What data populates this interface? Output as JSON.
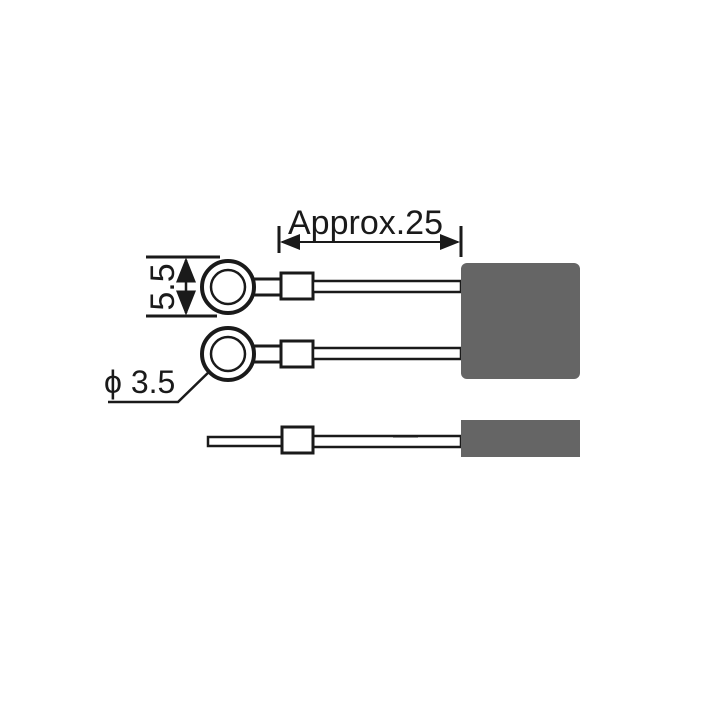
{
  "diagram": {
    "dimension_length_label": "Approx.25",
    "dimension_ring_outer_label": "5.5",
    "dimension_ring_hole_label": "ϕ 3.5",
    "colors": {
      "body": "#656565",
      "line": "#1a1a1a"
    }
  }
}
